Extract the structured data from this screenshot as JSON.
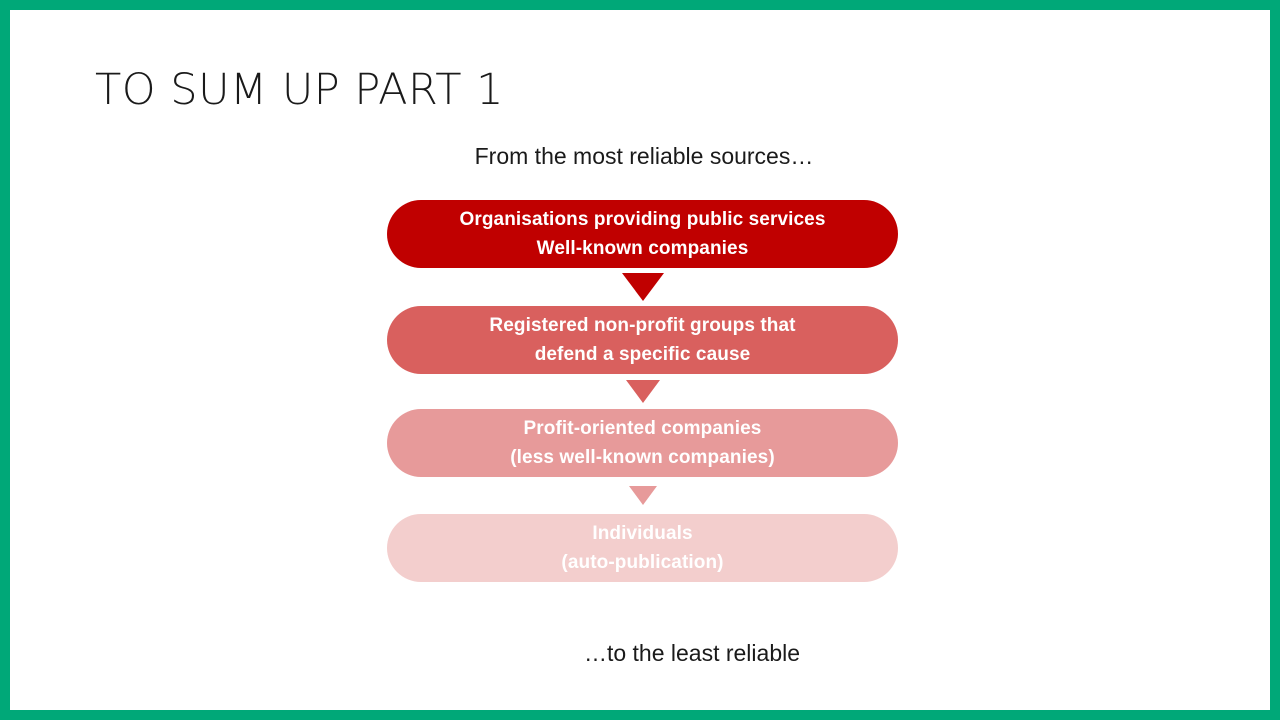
{
  "slide": {
    "title": "TO SUM UP PART 1",
    "border_color": "#00a878",
    "background_color": "#ffffff"
  },
  "captions": {
    "top": "From the most reliable sources…",
    "bottom": "…to the least reliable"
  },
  "funnel": {
    "levels": [
      {
        "line1": "Organisations providing public services",
        "line2": "Well-known companies",
        "color": "#c00000"
      },
      {
        "line1": "Registered non-profit groups that",
        "line2": "defend a specific cause",
        "color": "#d9605e"
      },
      {
        "line1": "Profit-oriented companies",
        "line2": "(less well-known companies)",
        "color": "#e79a9a"
      },
      {
        "line1": "Individuals",
        "line2": "(auto-publication)",
        "color": "#f3cecd"
      }
    ],
    "arrows": [
      {
        "color": "#c00000"
      },
      {
        "color": "#d9605e"
      },
      {
        "color": "#e79a9a"
      }
    ]
  }
}
